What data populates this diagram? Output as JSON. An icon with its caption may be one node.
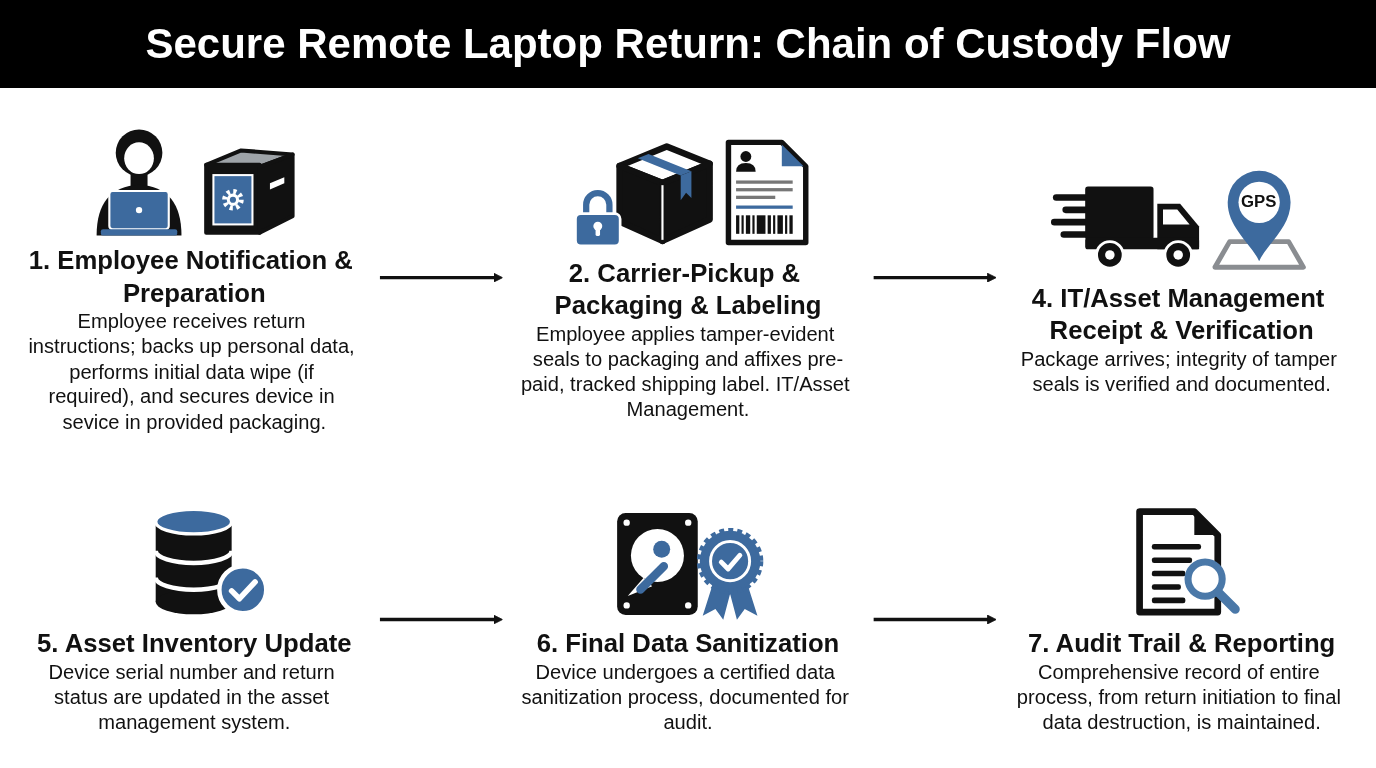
{
  "diagram": {
    "title": "Secure Remote Laptop Return: Chain of Custody Flow",
    "nodes": [
      {
        "text": [
          "1. Employee Notification & Preparation",
          "Employee receives return instructions; backs up personal data, performs initial data wipe (if required), and secures device in sevice in provided packaging."
        ]
      },
      {
        "text": [
          "2. Carrier-Pickup & Packaging & Labeling",
          "Employee applies tamper-evident seals to packaging and affixes pre-paid, tracked shipping label. IT/Asset Management."
        ]
      },
      {
        "text": [
          "4. IT/Asset Management Receipt & Verification",
          "Package arrives; integrity of tamper seals is verified and documented."
        ]
      },
      {
        "text": [
          "5. Asset Inventory Update",
          "Device serial number and return status are updated in the asset management system."
        ]
      },
      {
        "text": [
          "6. Final Data Sanitization",
          "Device undergoes a certified data sanitization process, documented for audit."
        ]
      },
      {
        "text": [
          "7. Audit Trail & Reporting",
          "Comprehensive record of entire process, from return initiation to final data destruction, is maintained."
        ]
      }
    ],
    "edges": [
      {
        "from": 0,
        "to": 1,
        "arrow": "to"
      },
      {
        "from": 1,
        "to": 2,
        "arrow": "to"
      },
      {
        "from": 3,
        "to": 4,
        "arrow": "to"
      },
      {
        "from": 4,
        "to": 5,
        "arrow": "to"
      }
    ],
    "labels": [
      "GPS"
    ]
  }
}
